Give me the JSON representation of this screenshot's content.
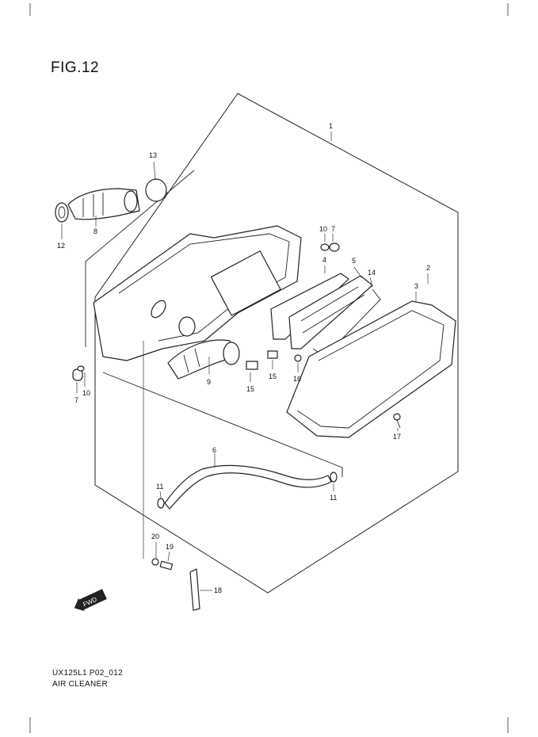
{
  "figure": {
    "title": "FIG.12",
    "code": "UX125L1 P02_012",
    "caption": "AIR CLEANER"
  },
  "parts": [
    {
      "ref": "1"
    },
    {
      "ref": "2"
    },
    {
      "ref": "3"
    },
    {
      "ref": "4"
    },
    {
      "ref": "5"
    },
    {
      "ref": "6"
    },
    {
      "ref": "7"
    },
    {
      "ref": "7"
    },
    {
      "ref": "8"
    },
    {
      "ref": "9"
    },
    {
      "ref": "10"
    },
    {
      "ref": "10"
    },
    {
      "ref": "11"
    },
    {
      "ref": "11"
    },
    {
      "ref": "12"
    },
    {
      "ref": "13"
    },
    {
      "ref": "14"
    },
    {
      "ref": "15"
    },
    {
      "ref": "15"
    },
    {
      "ref": "16"
    },
    {
      "ref": "17"
    },
    {
      "ref": "18"
    },
    {
      "ref": "19"
    },
    {
      "ref": "20"
    }
  ],
  "fwd_badge": "FWD"
}
